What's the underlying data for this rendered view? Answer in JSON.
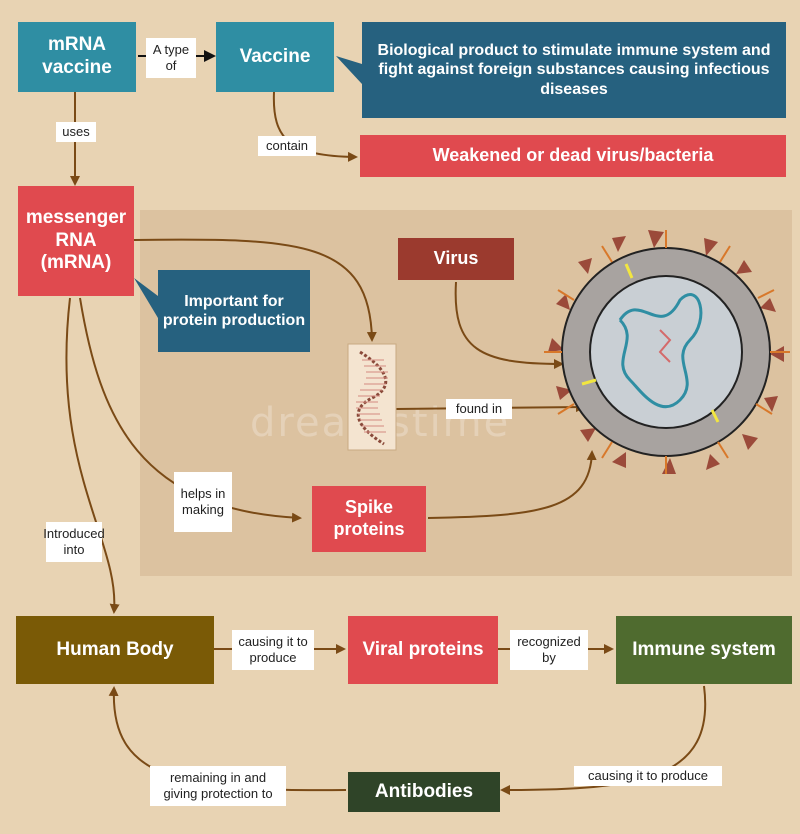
{
  "nodes": {
    "mrna_vaccine": "mRNA vaccine",
    "vaccine": "Vaccine",
    "vaccine_definition": "Biological product to stimulate immune system and fight against foreign substances causing infectious diseases",
    "weakened_virus": "Weakened or dead virus/bacteria",
    "messenger_rna": "messenger RNA (mRNA)",
    "important_protein": "Important for protein production",
    "virus": "Virus",
    "spike_proteins": "Spike proteins",
    "human_body": "Human Body",
    "viral_proteins": "Viral proteins",
    "immune_system": "Immune system",
    "antibodies": "Antibodies"
  },
  "edges": {
    "a_type_of": "A type of",
    "contain": "contain",
    "uses": "uses",
    "found_in": "found in",
    "helps_in_making": "helps in making",
    "introduced_into": "Introduced into",
    "causing_it_to_produce_1": "causing it to produce",
    "recognized_by": "recognized by",
    "causing_it_to_produce_2": "causing it to produce",
    "remaining_in": "remaining in and giving protection to"
  },
  "colors": {
    "background": "#e8d3b3",
    "panel": "#dcc2a0",
    "teal": "#2f8ea3",
    "navy": "#26617f",
    "red": "#e04a4f",
    "brown": "#9b3a2e",
    "olive": "#7a5a06",
    "green": "#4f6b2f",
    "dark_green": "#2f4428",
    "arrow": "#7a4a16"
  }
}
